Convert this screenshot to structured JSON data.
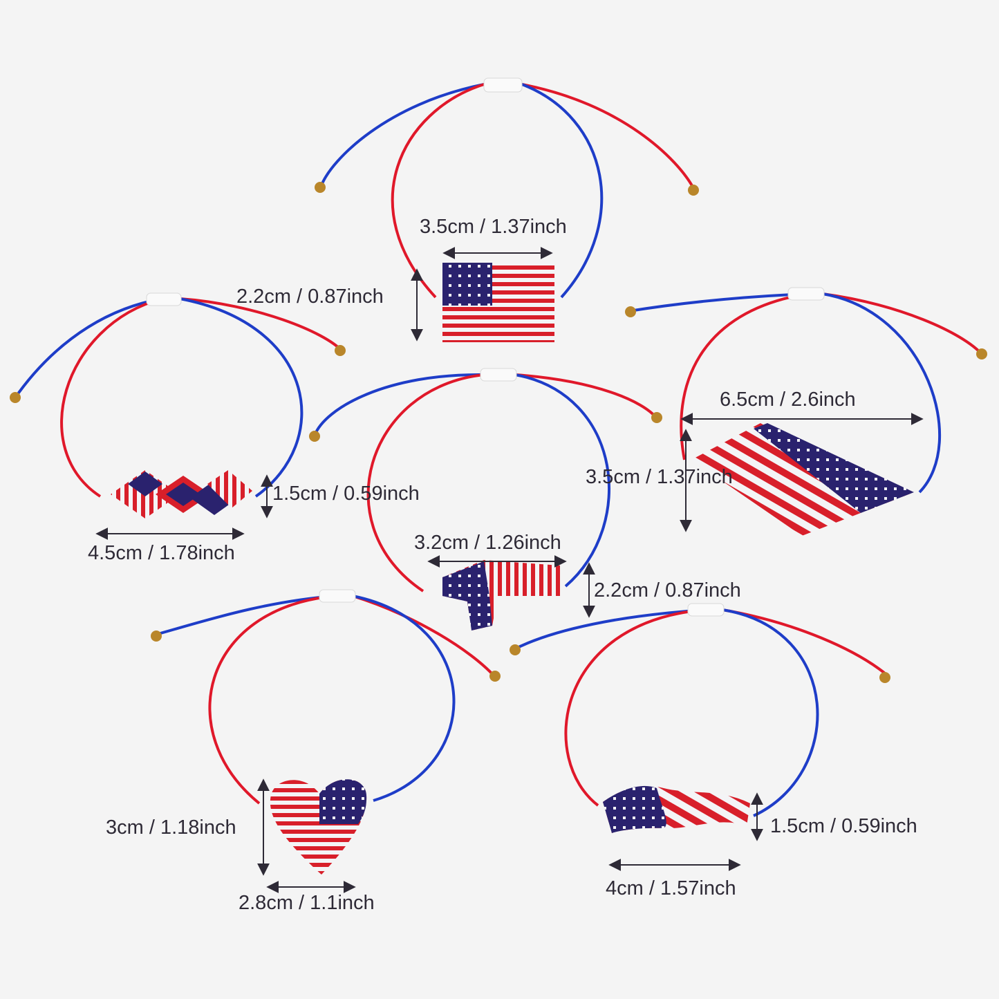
{
  "colors": {
    "background": "#f4f4f4",
    "cord_red": "#e0182a",
    "cord_blue": "#1e3dc8",
    "bead_navy": "#2a226e",
    "bead_red": "#d81f2a",
    "bead_white": "#f4f4f6",
    "knot_white": "#fafafa",
    "end_bead_gold": "#b9862a",
    "text": "#2e2a36"
  },
  "bracelets": [
    {
      "name": "rectangle-flag-bracelet",
      "motif": "flag"
    },
    {
      "name": "diamond-chain-bracelet",
      "motif": "diamonds"
    },
    {
      "name": "gun-shaped-bracelet",
      "motif": "gun"
    },
    {
      "name": "large-diamond-flag-bracelet",
      "motif": "diamond-flag"
    },
    {
      "name": "heart-flag-bracelet",
      "motif": "heart"
    },
    {
      "name": "wavy-flag-bracelet",
      "motif": "wave"
    }
  ],
  "measurements": {
    "flag_width": "3.5cm / 1.37inch",
    "flag_height": "2.2cm / 0.87inch",
    "diamond_chain_height": "1.5cm / 0.59inch",
    "diamond_chain_width": "4.5cm / 1.78inch",
    "gun_width": "3.2cm / 1.26inch",
    "gun_height": "2.2cm / 0.87inch",
    "large_diamond_width": "6.5cm / 2.6inch",
    "large_diamond_height": "3.5cm / 1.37inch",
    "heart_height": "3cm / 1.18inch",
    "heart_width": "2.8cm / 1.1inch",
    "wave_height": "1.5cm / 0.59inch",
    "wave_width": "4cm / 1.57inch"
  }
}
